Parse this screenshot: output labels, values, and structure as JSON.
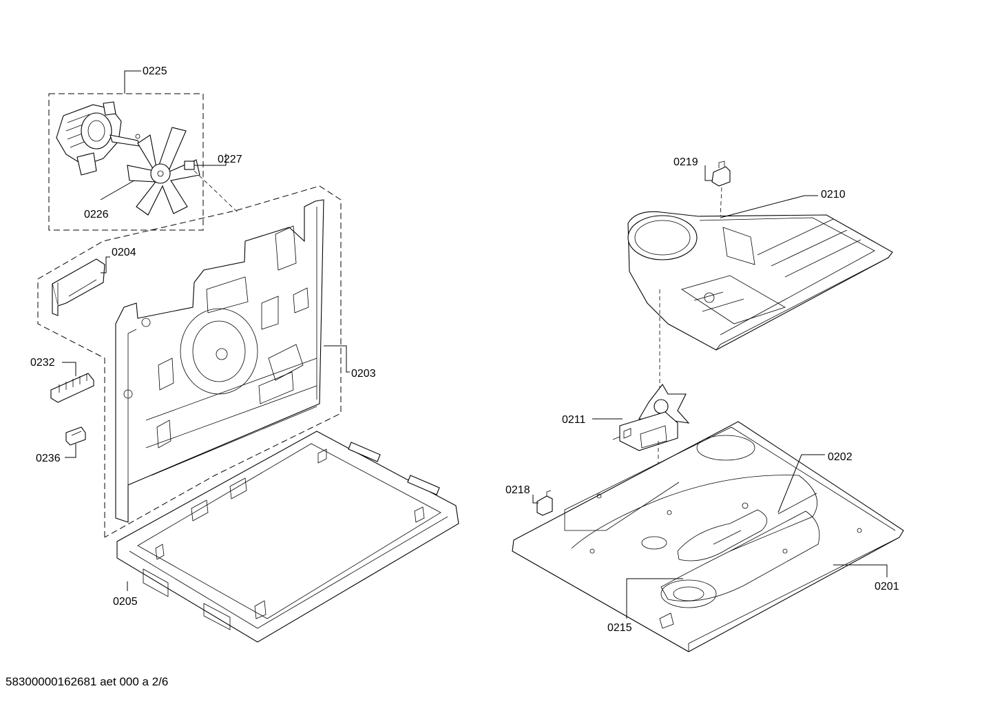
{
  "document": {
    "footer_text": "58300000162681 aet 000 a 2/6"
  },
  "part_labels": {
    "p0225": "0225",
    "p0227": "0227",
    "p0226": "0226",
    "p0204": "0204",
    "p0232": "0232",
    "p0236": "0236",
    "p0203": "0203",
    "p0205": "0205",
    "p0219": "0219",
    "p0210": "0210",
    "p0211": "0211",
    "p0202": "0202",
    "p0218": "0218",
    "p0201": "0201",
    "p0215": "0215"
  }
}
